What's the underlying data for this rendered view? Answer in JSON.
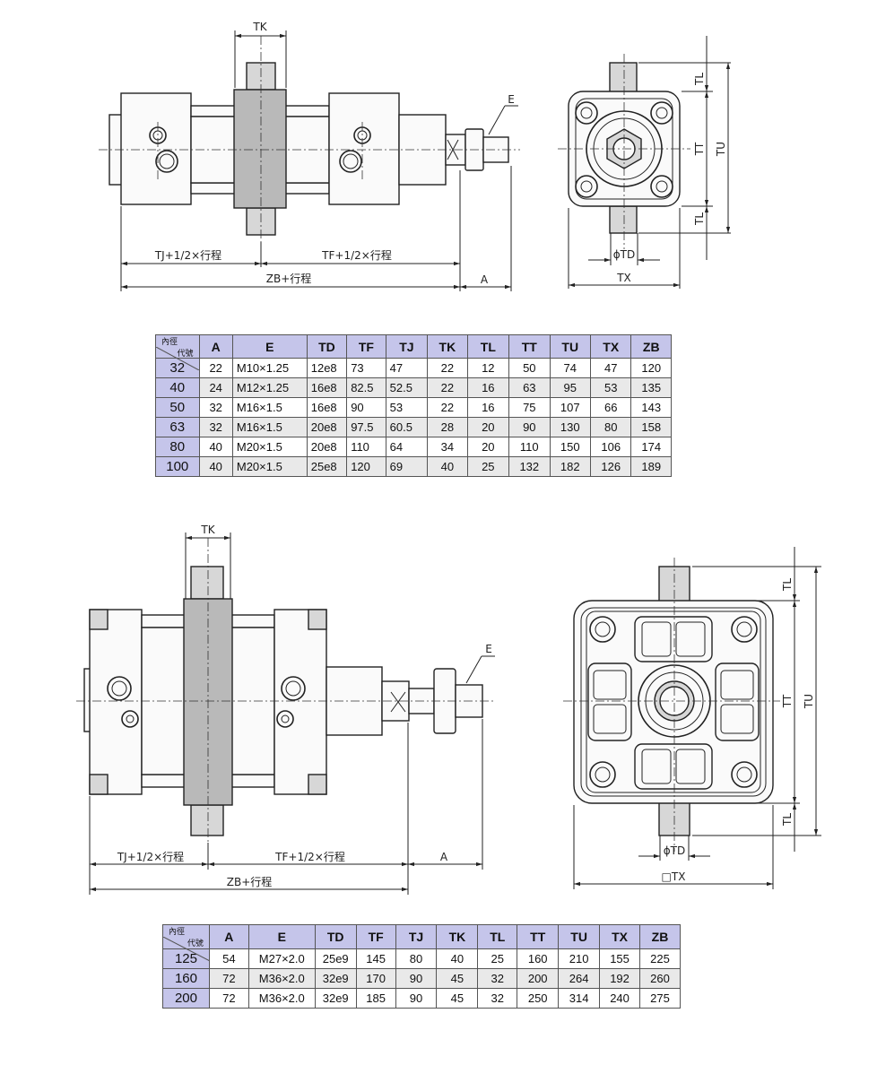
{
  "labels": {
    "tk": "TK",
    "e": "E",
    "tl": "TL",
    "tt": "TT",
    "tu": "TU",
    "td": "ϕTD",
    "tx": "TX",
    "tx_square": "□TX",
    "tj_half_stroke": "TJ+1/2×行程",
    "tf_half_stroke": "TF+1/2×行程",
    "zb_stroke": "ZB+行程",
    "a": "A"
  },
  "tables": {
    "top": {
      "corner_top": "代號",
      "corner_bottom": "內徑",
      "headers": [
        "A",
        "E",
        "TD",
        "TF",
        "TJ",
        "TK",
        "TL",
        "TT",
        "TU",
        "TX",
        "ZB"
      ],
      "rows": [
        [
          "32",
          "22",
          "M10×1.25",
          "12e8",
          "73",
          "47",
          "22",
          "12",
          "50",
          "74",
          "47",
          "120"
        ],
        [
          "40",
          "24",
          "M12×1.25",
          "16e8",
          "82.5",
          "52.5",
          "22",
          "16",
          "63",
          "95",
          "53",
          "135"
        ],
        [
          "50",
          "32",
          "M16×1.5",
          "16e8",
          "90",
          "53",
          "22",
          "16",
          "75",
          "107",
          "66",
          "143"
        ],
        [
          "63",
          "32",
          "M16×1.5",
          "20e8",
          "97.5",
          "60.5",
          "28",
          "20",
          "90",
          "130",
          "80",
          "158"
        ],
        [
          "80",
          "40",
          "M20×1.5",
          "20e8",
          "110",
          "64",
          "34",
          "20",
          "110",
          "150",
          "106",
          "174"
        ],
        [
          "100",
          "40",
          "M20×1.5",
          "25e8",
          "120",
          "69",
          "40",
          "25",
          "132",
          "182",
          "126",
          "189"
        ]
      ]
    },
    "bottom": {
      "corner_top": "代號",
      "corner_bottom": "內徑",
      "headers": [
        "A",
        "E",
        "TD",
        "TF",
        "TJ",
        "TK",
        "TL",
        "TT",
        "TU",
        "TX",
        "ZB"
      ],
      "rows": [
        [
          "125",
          "54",
          "M27×2.0",
          "25e9",
          "145",
          "80",
          "40",
          "25",
          "160",
          "210",
          "155",
          "225"
        ],
        [
          "160",
          "72",
          "M36×2.0",
          "32e9",
          "170",
          "90",
          "45",
          "32",
          "200",
          "264",
          "192",
          "260"
        ],
        [
          "200",
          "72",
          "M36×2.0",
          "32e9",
          "185",
          "90",
          "45",
          "32",
          "250",
          "314",
          "240",
          "275"
        ]
      ]
    }
  }
}
